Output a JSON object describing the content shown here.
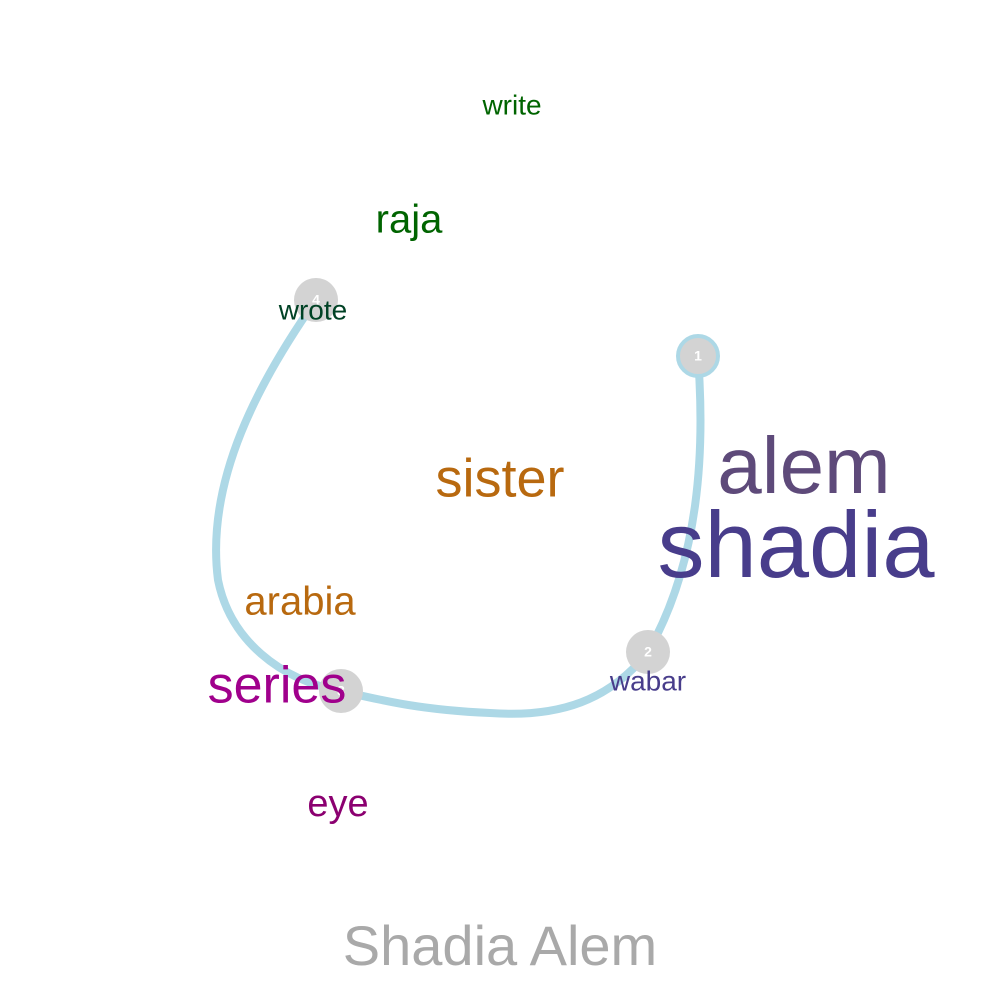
{
  "title": "Shadia Alem",
  "colors": {
    "path": "#add8e6",
    "node": "#d3d3d3",
    "title": "#a9a9a9",
    "node_label": "#ffffff"
  },
  "path_nodes": [
    {
      "label": "1"
    },
    {
      "label": "2"
    },
    {
      "label": "3"
    },
    {
      "label": "4"
    }
  ],
  "words": [
    {
      "text": "write",
      "color": "#006400"
    },
    {
      "text": "raja",
      "color": "#006400"
    },
    {
      "text": "wrote",
      "color": "#004225"
    },
    {
      "text": "sister",
      "color": "#b8690f"
    },
    {
      "text": "alem",
      "color": "#5e4a7a"
    },
    {
      "text": "shadia",
      "color": "#483d8b"
    },
    {
      "text": "arabia",
      "color": "#b8690f"
    },
    {
      "text": "wabar",
      "color": "#483d8b"
    },
    {
      "text": "series",
      "color": "#a0008c"
    },
    {
      "text": "eye",
      "color": "#8b0070"
    }
  ]
}
